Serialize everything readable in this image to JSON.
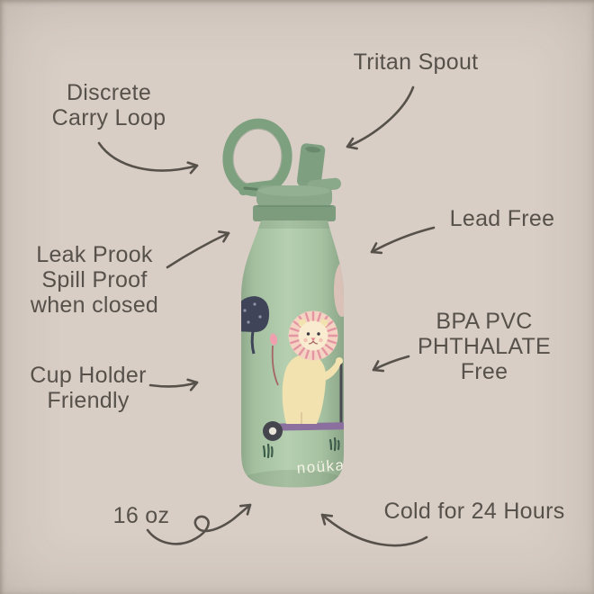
{
  "callouts": {
    "discrete_carry_loop": {
      "lines": [
        "Discrete",
        "Carry Loop"
      ]
    },
    "tritan_spout": {
      "lines": [
        "Tritan Spout"
      ]
    },
    "lead_free": {
      "lines": [
        "Lead Free"
      ]
    },
    "leak_proof": {
      "lines": [
        "Leak Prook",
        "Spill Proof",
        "when closed"
      ]
    },
    "cup_holder": {
      "lines": [
        "Cup Holder",
        "Friendly"
      ]
    },
    "bpa_free": {
      "lines": [
        "BPA PVC",
        "PHTHALATE",
        "Free"
      ]
    },
    "capacity": {
      "lines": [
        "16 oz"
      ]
    },
    "cold_retention": {
      "lines": [
        "Cold for 24 Hours"
      ]
    }
  },
  "bottle": {
    "brand": "noüka"
  },
  "colors": {
    "background": "#d8cec6",
    "text": "#57514b",
    "cap_green": "#86a486",
    "body_green": "#aac6a5",
    "mane_pink": "#e395a2",
    "lion_cream": "#f1e2b0",
    "scooter_purple": "#8b6f9e"
  }
}
